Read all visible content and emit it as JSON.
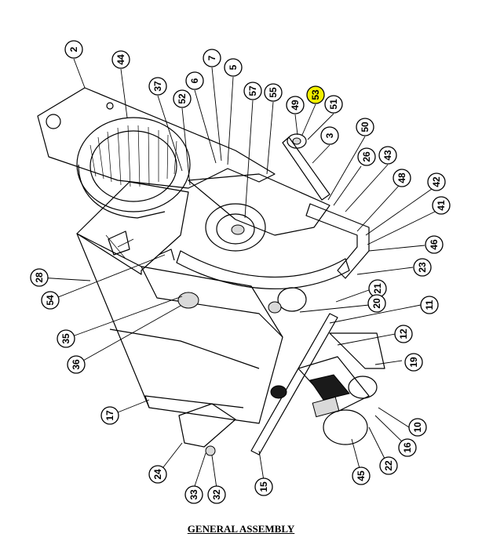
{
  "caption": "GENERAL ASSEMBLY",
  "highlight_color": "#f2f000",
  "callouts": [
    {
      "label": "2"
    },
    {
      "label": "44"
    },
    {
      "label": "37"
    },
    {
      "label": "52"
    },
    {
      "label": "6"
    },
    {
      "label": "7"
    },
    {
      "label": "5"
    },
    {
      "label": "57"
    },
    {
      "label": "55"
    },
    {
      "label": "49"
    },
    {
      "label": "53",
      "highlight": true
    },
    {
      "label": "51"
    },
    {
      "label": "3"
    },
    {
      "label": "50"
    },
    {
      "label": "26"
    },
    {
      "label": "43"
    },
    {
      "label": "48"
    },
    {
      "label": "42"
    },
    {
      "label": "41"
    },
    {
      "label": "46"
    },
    {
      "label": "23"
    },
    {
      "label": "21"
    },
    {
      "label": "20"
    },
    {
      "label": "11"
    },
    {
      "label": "12"
    },
    {
      "label": "19"
    },
    {
      "label": "10"
    },
    {
      "label": "16"
    },
    {
      "label": "22"
    },
    {
      "label": "45"
    },
    {
      "label": "15"
    },
    {
      "label": "32"
    },
    {
      "label": "33"
    },
    {
      "label": "24"
    },
    {
      "label": "17"
    },
    {
      "label": "36"
    },
    {
      "label": "35"
    },
    {
      "label": "54"
    },
    {
      "label": "28"
    }
  ]
}
